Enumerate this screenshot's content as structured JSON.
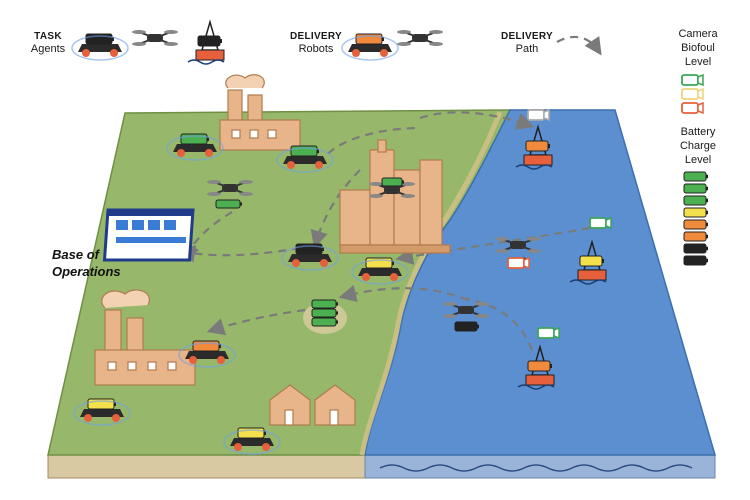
{
  "header": {
    "task": {
      "line1": "TASK",
      "line2": "Agents"
    },
    "delivery_robots": {
      "line1": "DELIVERY",
      "line2": "Robots"
    },
    "delivery_path": {
      "line1": "DELIVERY",
      "line2": "Path"
    }
  },
  "legend": {
    "camera": {
      "line1": "Camera",
      "line2": "Biofoul",
      "line3": "Level"
    },
    "battery": {
      "line1": "Battery",
      "line2": "Charge",
      "line3": "Level"
    }
  },
  "map": {
    "base_label_line1": "Base of",
    "base_label_line2": "Operations"
  },
  "colors": {
    "land": "#97b86a",
    "water": "#5b8fd0",
    "building": "#e8b48a",
    "battery_green": "#4caf50",
    "battery_yellow": "#f4e04d",
    "battery_orange": "#f08a3c",
    "battery_black": "#222222",
    "camera_green": "#3aa655",
    "camera_yellow": "#f1d27a",
    "camera_red": "#e5603b",
    "path_gray": "#7a7a7a"
  }
}
